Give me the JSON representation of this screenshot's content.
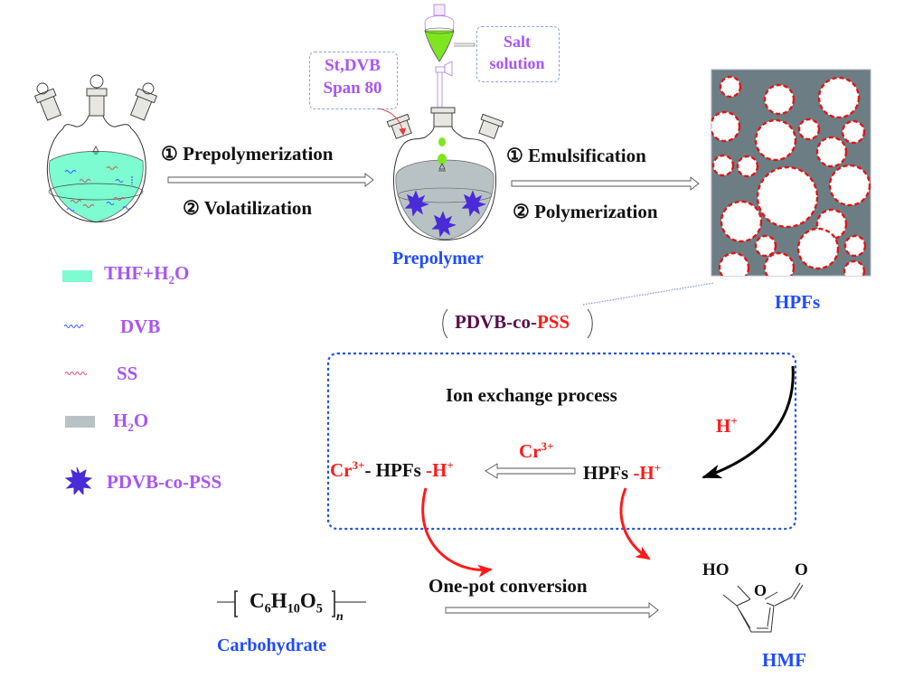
{
  "colors": {
    "thf_water": "#7dfcd2",
    "water": "#b8c2c5",
    "dvb": "#3b5bff",
    "ss": "#e0506a",
    "polymer": "#4a2bd8",
    "salt_solution": "#7ee61f",
    "hpf_background": "#6c7e84",
    "pore_border": "#e01414",
    "label_purple": "#a855f7",
    "label_blue": "#1f4bff",
    "red": "#ff1a1a",
    "box_border": "#2453e6"
  },
  "step1": {
    "label_1": "① Prepolymerization",
    "label_2": "② Volatilization"
  },
  "step2": {
    "label_1": "① Emulsification",
    "label_2": "② Polymerization"
  },
  "prepolymer": {
    "title": "Prepolymer",
    "callout_left": [
      "St,DVB",
      "Span 80"
    ],
    "callout_right": [
      "Salt",
      "solution"
    ]
  },
  "hpfs": {
    "title": "HPFs",
    "composition_prefix": "PDVB-co-",
    "composition_suffix": "PSS"
  },
  "legend": [
    {
      "icon": "thf-water-swatch",
      "label": "THF+H",
      "sub": "2",
      "after": "O"
    },
    {
      "icon": "dvb-chain",
      "label": "DVB",
      "sub": "",
      "after": ""
    },
    {
      "icon": "ss-chain",
      "label": "SS",
      "sub": "",
      "after": ""
    },
    {
      "icon": "water-swatch",
      "label": "H",
      "sub": "2",
      "after": "O"
    },
    {
      "icon": "polymer-cluster",
      "label": "PDVB-co-PSS",
      "sub": "",
      "after": ""
    }
  ],
  "ion_exchange": {
    "title": "Ion exchange process",
    "h_plus": "H",
    "plus": "+",
    "cr": "Cr",
    "cr_charge": "3+",
    "product_left_mid": "- HPFs ",
    "product_h": "-H",
    "reactant_mid": "HPFs ",
    "arrow_label": "Cr",
    "arrow_label_charge": "3+"
  },
  "conversion": {
    "label": "One-pot conversion",
    "reactant_formula": {
      "C": "C",
      "c_sub": "6",
      "H": "H",
      "h_sub": "10",
      "O": "O",
      "o_sub": "5",
      "n": "n"
    },
    "reactant_name": "Carbohydrate",
    "product_name": "HMF",
    "product_ho": "HO",
    "product_o_ring": "O",
    "product_o_carbonyl": "O"
  }
}
